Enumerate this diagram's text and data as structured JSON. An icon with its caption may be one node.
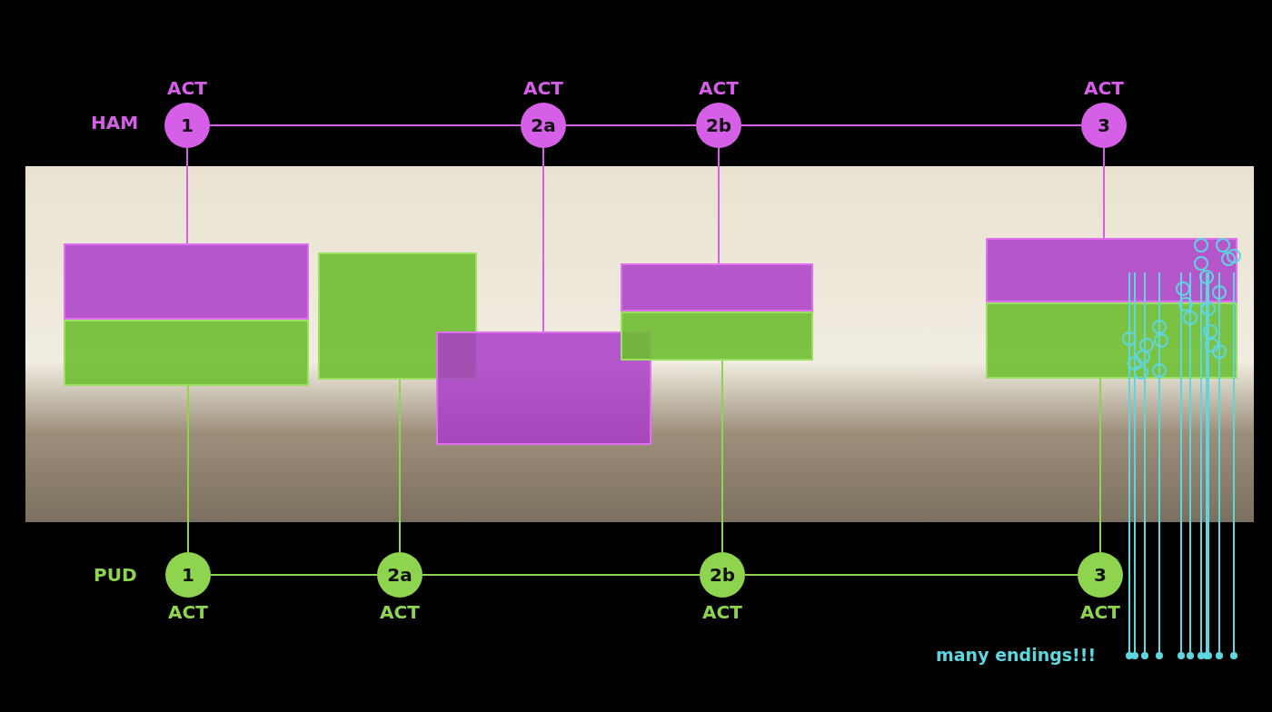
{
  "diagram": {
    "nodes": [
      {
        "text": [
          "1"
        ],
        "beside": [
          "ACT"
        ]
      },
      {
        "text": [
          "2a"
        ],
        "beside": [
          "ACT"
        ]
      },
      {
        "text": [
          "2b"
        ],
        "beside": [
          "ACT"
        ]
      },
      {
        "text": [
          "3"
        ],
        "beside": [
          "ACT"
        ]
      },
      {
        "text": [
          "1"
        ],
        "beside": [
          "ACT"
        ]
      },
      {
        "text": [
          "2a"
        ],
        "beside": [
          "ACT"
        ]
      },
      {
        "text": [
          "2b"
        ],
        "beside": [
          "ACT"
        ]
      },
      {
        "text": [
          "3"
        ],
        "beside": [
          "ACT"
        ]
      },
      {
        "text": [],
        "shape": "picture"
      },
      {
        "text": [],
        "shape": "box",
        "in": 8
      },
      {
        "text": [],
        "shape": "box",
        "in": 8
      },
      {
        "text": [],
        "shape": "box",
        "in": 8
      },
      {
        "text": [],
        "shape": "box",
        "in": 8
      },
      {
        "text": [],
        "shape": "box",
        "in": 8
      },
      {
        "text": [],
        "shape": "box",
        "in": 8
      },
      {
        "text": [],
        "shape": "box",
        "in": 8
      },
      {
        "text": [],
        "shape": "box",
        "in": 8
      }
    ],
    "edges": [
      {
        "from": 0,
        "to": 1,
        "arrow": "none",
        "color": "#d55fe6"
      },
      {
        "from": 1,
        "to": 2,
        "arrow": "none",
        "color": "#d55fe6"
      },
      {
        "from": 2,
        "to": 3,
        "arrow": "none",
        "color": "#d55fe6"
      },
      {
        "from": 0,
        "to": 9,
        "arrow": "none",
        "color": "#d55fe6"
      },
      {
        "from": 1,
        "to": 12,
        "arrow": "none",
        "color": "#d55fe6"
      },
      {
        "from": 2,
        "to": 13,
        "arrow": "none",
        "color": "#d55fe6"
      },
      {
        "from": 3,
        "to": 15,
        "arrow": "none",
        "color": "#d55fe6"
      },
      {
        "from": 4,
        "to": 5,
        "arrow": "none",
        "color": "#8ed44f"
      },
      {
        "from": 5,
        "to": 6,
        "arrow": "none",
        "color": "#8ed44f"
      },
      {
        "from": 6,
        "to": 7,
        "arrow": "none",
        "color": "#8ed44f"
      },
      {
        "from": 4,
        "to": 10,
        "arrow": "none",
        "color": "#8ed44f"
      },
      {
        "from": 5,
        "to": 11,
        "arrow": "none",
        "color": "#8ed44f"
      },
      {
        "from": 6,
        "to": 14,
        "arrow": "none",
        "color": "#8ed44f"
      },
      {
        "from": 7,
        "to": 16,
        "arrow": "none",
        "color": "#8ed44f"
      }
    ],
    "labels": [
      "HAM",
      "PUD",
      "many endings!!!"
    ]
  }
}
